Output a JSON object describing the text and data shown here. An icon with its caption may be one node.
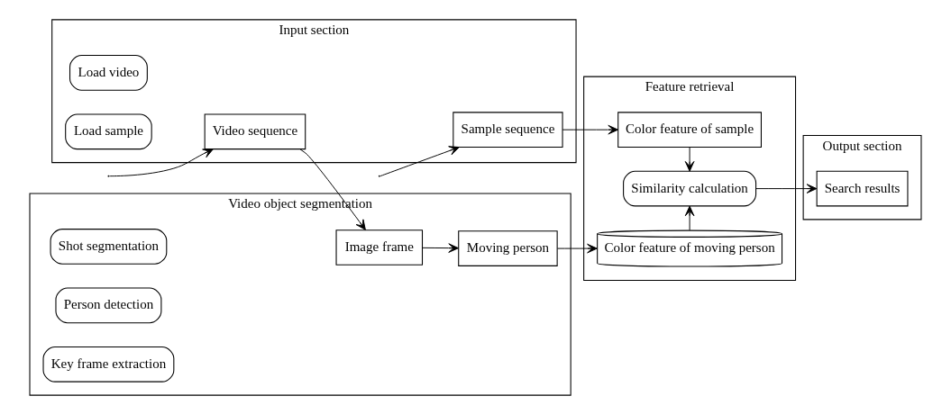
{
  "diagram": {
    "nodes": [
      {
        "text": [
          "Input section"
        ]
      },
      {
        "text": [
          "Load video"
        ],
        "in": 0
      },
      {
        "text": [
          "Video sequence"
        ],
        "in": 0
      },
      {
        "text": [
          "Load sample"
        ],
        "in": 0
      },
      {
        "text": [
          "Sample sequence"
        ],
        "in": 0
      },
      {
        "text": [
          "Video object segmentation"
        ]
      },
      {
        "text": [
          "Shot segmentation"
        ],
        "in": 5
      },
      {
        "text": [
          "Person detection"
        ],
        "in": 5
      },
      {
        "text": [
          "Image frame"
        ],
        "in": 5
      },
      {
        "text": [
          "Key frame extraction"
        ],
        "in": 5
      },
      {
        "text": [
          "Moving person"
        ],
        "in": 5
      },
      {
        "text": [
          "Feature retrieval"
        ]
      },
      {
        "text": [
          "Color feature of moving person"
        ],
        "in": 11
      },
      {
        "text": [
          "Similarity calculation"
        ],
        "in": 11
      },
      {
        "text": [
          "Color feature of sample"
        ],
        "in": 11
      },
      {
        "text": [
          "Output section"
        ]
      },
      {
        "text": [
          "Search results"
        ],
        "in": 15
      }
    ],
    "edges": [
      {
        "from": null,
        "to": 2,
        "arrow": "to"
      },
      {
        "from": 2,
        "to": 8,
        "arrow": "to"
      },
      {
        "from": 8,
        "to": 10,
        "arrow": "to"
      },
      {
        "from": 10,
        "to": 12,
        "arrow": "to"
      },
      {
        "from": 12,
        "to": 13,
        "arrow": "to"
      },
      {
        "from": 14,
        "to": 13,
        "arrow": "to"
      },
      {
        "from": 13,
        "to": 16,
        "arrow": "to"
      },
      {
        "from": null,
        "to": 4,
        "arrow": "to"
      },
      {
        "from": 4,
        "to": 14,
        "arrow": "to"
      }
    ]
  }
}
